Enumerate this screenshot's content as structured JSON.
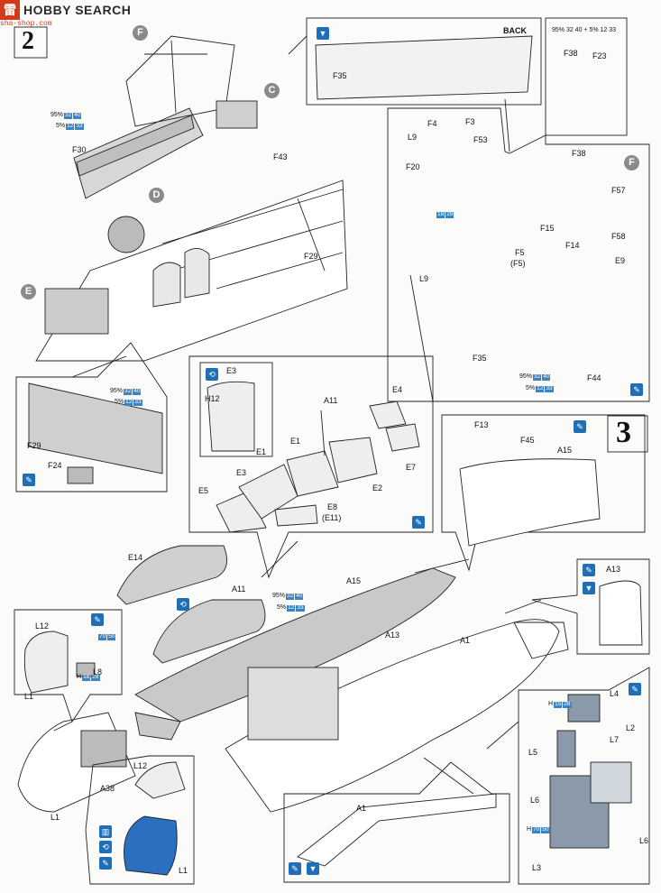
{
  "watermark": {
    "badge": "雷",
    "brand": "HOBBY SEARCH",
    "sub": "sha-shop.com"
  },
  "steps": {
    "step2": "2",
    "step3": "3"
  },
  "back_label": "BACK",
  "callouts": {
    "F": "F",
    "C": "C",
    "D": "D",
    "E": "E",
    "F2": "F"
  },
  "paint": [
    {
      "pct1": "95%",
      "c1": "32",
      "c2": "40",
      "pct2": "5%",
      "c3": "12",
      "c4": "33"
    },
    {
      "text": "95% 32 40 + 5% 12 33"
    },
    {
      "c1": "18",
      "c2": "28"
    },
    {
      "pct1": "95%",
      "c1": "32",
      "c2": "40",
      "pct2": "5%",
      "c3": "12",
      "c4": "33"
    },
    {
      "pct1": "95%",
      "c1": "32",
      "c2": "40",
      "pct2": "5%",
      "c3": "12",
      "c4": "33"
    },
    {
      "pct1": "95%",
      "c1": "32",
      "c2": "40",
      "pct2": "5%",
      "c3": "12",
      "c4": "33"
    }
  ],
  "parts": {
    "F30": "F30",
    "F43": "F43",
    "F29": "F29",
    "F29b": "F29",
    "F24": "F24",
    "F35": "F35",
    "F35b": "F35",
    "F38": "F38",
    "F38b": "F38",
    "F23": "F23",
    "F4": "F4",
    "F3": "F3",
    "L9": "L9",
    "F53": "F53",
    "F20": "F20",
    "L9b": "L9",
    "F57": "F57",
    "F58": "F58",
    "F15": "F15",
    "F14": "F14",
    "E9": "E9",
    "F5": "F5",
    "F5p": "(F5)",
    "F44": "F44",
    "E3": "E3",
    "H12": "H12",
    "E1": "E1",
    "A11": "A11",
    "E4": "E4",
    "E1b": "E1",
    "E3b": "E3",
    "E7": "E7",
    "E2": "E2",
    "E5": "E5",
    "E8": "E8",
    "E11p": "(E11)",
    "F13": "F13",
    "F45": "F45",
    "A15": "A15",
    "E14": "E14",
    "A11b": "A11",
    "A15b": "A15",
    "A13": "A13",
    "A13b": "A13",
    "A1": "A1",
    "L12": "L12",
    "L1": "L1",
    "L8": "L8",
    "L12b": "L12",
    "A38": "A38",
    "L1b": "L1",
    "L1c": "L1",
    "L4": "L4",
    "L2": "L2",
    "L5": "L5",
    "L7": "L7",
    "L6": "L6",
    "L6b": "L6",
    "L3": "L3",
    "A1b": "A1"
  },
  "codes": {
    "k1": "70",
    "k2": "50",
    "k3": "18",
    "k4": "28",
    "k5": "15",
    "k6": "28",
    "k7": "70",
    "k8": "50"
  }
}
